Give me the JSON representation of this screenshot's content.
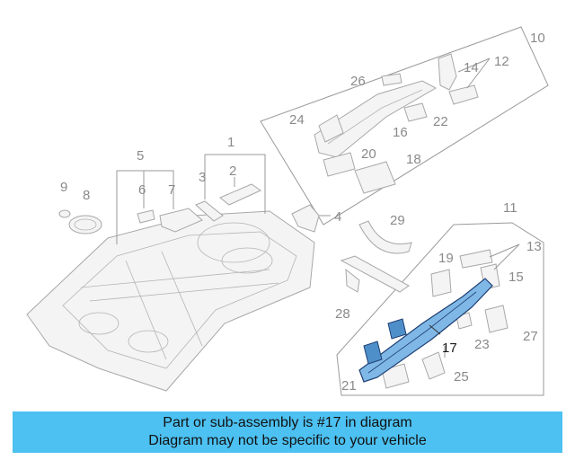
{
  "callouts": {
    "c1": "1",
    "c2": "2",
    "c3": "3",
    "c4": "4",
    "c5": "5",
    "c6": "6",
    "c7": "7",
    "c8": "8",
    "c9": "9",
    "c10": "10",
    "c11": "11",
    "c12": "12",
    "c13": "13",
    "c14": "14",
    "c15": "15",
    "c16": "16",
    "c17": "17",
    "c18": "18",
    "c19": "19",
    "c20": "20",
    "c21": "21",
    "c22": "22",
    "c23": "23",
    "c24": "24",
    "c25": "25",
    "c26": "26",
    "c27": "27",
    "c28": "28",
    "c29": "29"
  },
  "highlighted_part": "17",
  "colors": {
    "highlight": "#7fb8e6",
    "banner": "#4cc1f2",
    "callout": "#8a8a8a"
  },
  "banner": {
    "line1": "Part or sub-assembly is #17 in diagram",
    "line2": "Diagram may not be specific to your vehicle"
  }
}
